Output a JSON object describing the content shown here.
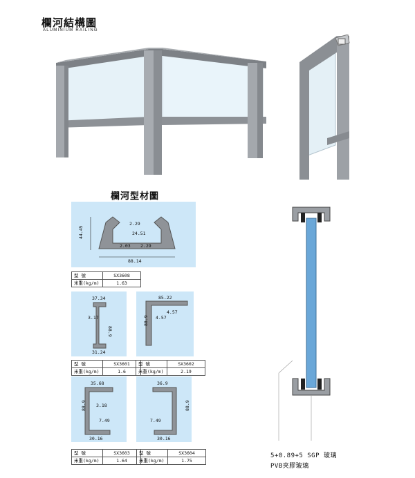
{
  "header": {
    "title_cn": "欄河結構圖",
    "title_en": "ALUMINIUM   RAILING"
  },
  "section_title": "欄河型材圖",
  "spec_labels": {
    "model": "型  號",
    "weight": "米重(kg/m)"
  },
  "profiles": [
    {
      "model": "SX3608",
      "weight": "1.63",
      "dims": [
        "44.45",
        "2.29",
        "24.51",
        "2.03",
        "2.29",
        "88.14"
      ]
    },
    {
      "model": "SX3601",
      "weight": "1.6",
      "dims": [
        "37.34",
        "3.17",
        "88.9",
        "31.24"
      ]
    },
    {
      "model": "SX3602",
      "weight": "2.19",
      "dims": [
        "85.22",
        "88.9",
        "4.57",
        "4.57"
      ]
    },
    {
      "model": "SX3603",
      "weight": "1.64",
      "dims": [
        "35.68",
        "88.9",
        "3.18",
        "7.49",
        "30.16"
      ]
    },
    {
      "model": "SX3604",
      "weight": "1.75",
      "dims": [
        "36.9",
        "88.9",
        "7.49",
        "30.16"
      ]
    }
  ],
  "glass_caption": {
    "line1": "5+0.89+5 SGP 玻璃",
    "line2": "PVB夾膠玻璃"
  },
  "colors": {
    "panel": "#cde7f8",
    "glass": "#6aa7d8",
    "aluminium": "#9a9ea3"
  }
}
